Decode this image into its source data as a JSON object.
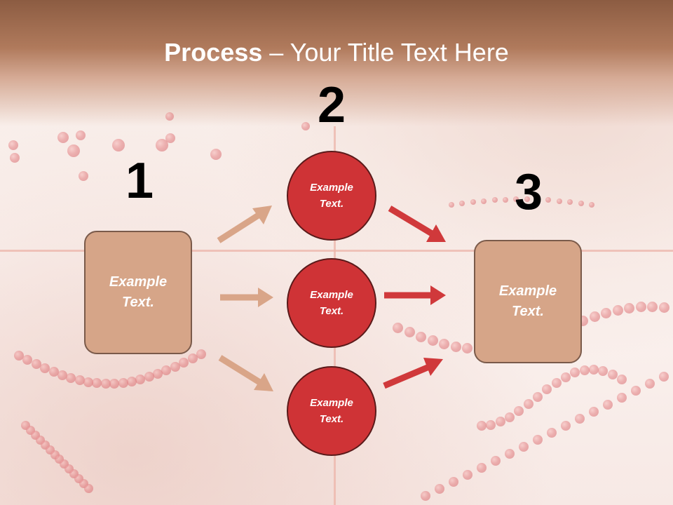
{
  "title": {
    "bold": "Process",
    "rest": " – Your Title Text Here"
  },
  "steps": [
    {
      "number": "1",
      "text": "Example Text."
    },
    {
      "number": "2",
      "items": [
        "Example Text.",
        "Example Text.",
        "Example Text."
      ]
    },
    {
      "number": "3",
      "text": "Example Text."
    }
  ],
  "colors": {
    "box": "#d6a588",
    "circle": "#cf3336",
    "arrow_light": "#d9a588",
    "arrow_red": "#d0393b"
  }
}
